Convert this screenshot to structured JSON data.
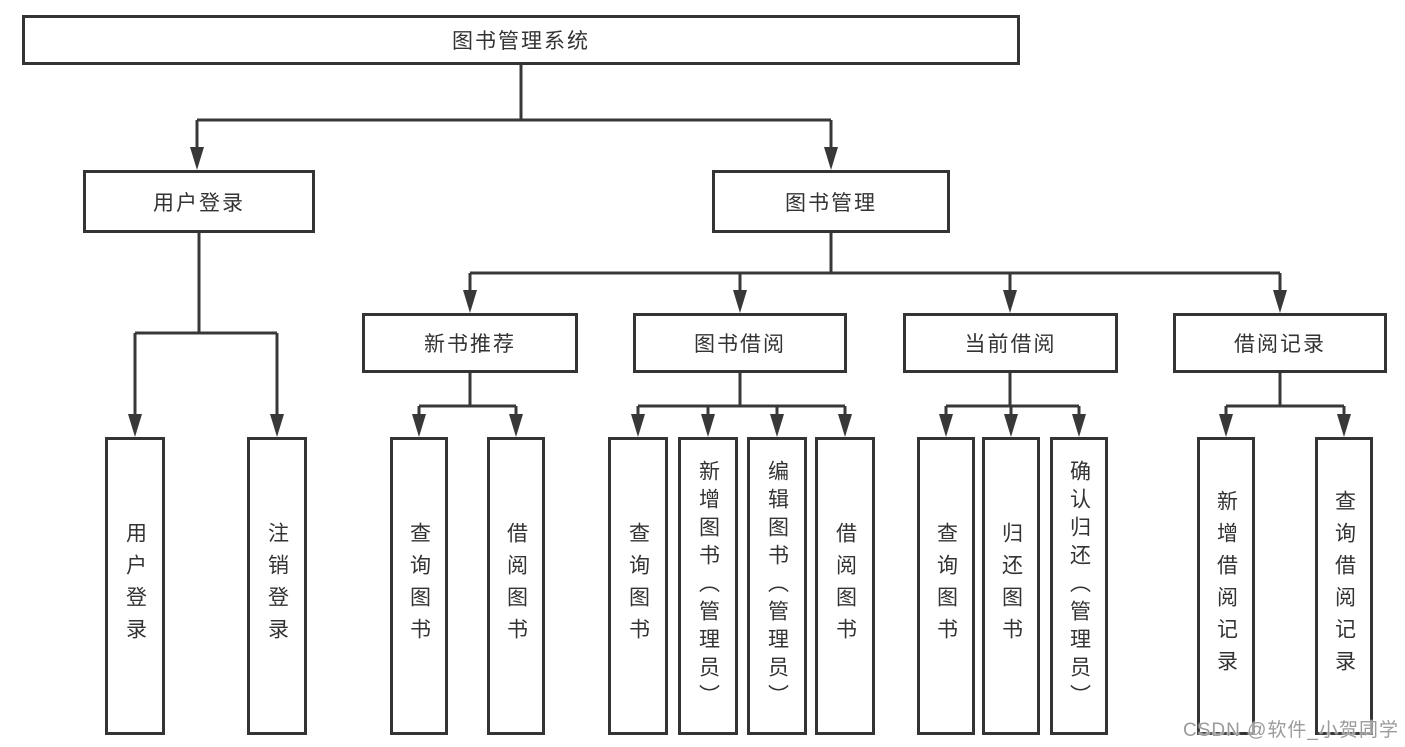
{
  "diagram": {
    "title": "图书管理系统",
    "branches": {
      "user_login": {
        "label": "用户登录",
        "children": [
          "用户登录",
          "注销登录"
        ]
      },
      "book_mgmt": {
        "label": "图书管理",
        "sections": {
          "new_book": {
            "label": "新书推荐",
            "children": [
              "查询图书",
              "借阅图书"
            ]
          },
          "book_borrow": {
            "label": "图书借阅",
            "children": [
              "查询图书",
              "新增图书（管理员）",
              "编辑图书（管理员）",
              "借阅图书"
            ]
          },
          "current_borrow": {
            "label": "当前借阅",
            "children": [
              "查询图书",
              "归还图书",
              "确认归还（管理员）"
            ]
          },
          "borrow_record": {
            "label": "借阅记录",
            "children": [
              "新增借阅记录",
              "查询借阅记录"
            ]
          }
        }
      }
    }
  },
  "watermark": "CSDN @软件_小贺同学",
  "colors": {
    "line": "#383838",
    "border": "#343434",
    "text": "#333333",
    "watermark": "#9b9b9b",
    "background": "#ffffff"
  }
}
